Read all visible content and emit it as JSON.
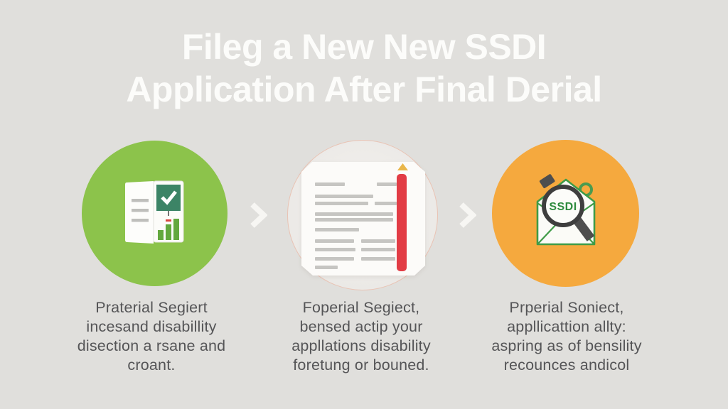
{
  "background_color": "#e0dfdc",
  "title": {
    "line1": "Fileg a New New SSDI",
    "line2": "Application After Final Derial",
    "color": "#fcfcfa"
  },
  "steps": [
    {
      "id": "step-1",
      "circle_color": "#8cc34b",
      "icon": "report-folder-checklist-icon",
      "caption_lines": [
        "Praterial Segiert",
        "incesand disabillity",
        "disection a rsane and",
        "croant."
      ]
    },
    {
      "id": "step-2",
      "circle_color": "#edebe8",
      "circle_border_color": "#e9c3b4",
      "icon": "denied-document-red-stripe-icon",
      "caption_lines": [
        "Foperial Segiect,",
        "bensed actip your",
        "appllations disability",
        "foretung or bouned."
      ]
    },
    {
      "id": "step-3",
      "circle_color": "#f5a93e",
      "icon": "envelope-magnifier-icon",
      "badge_text": "SSDI",
      "caption_lines": [
        "Prperial Soniect,",
        "appllicattion allty:",
        "aspring as of bensility",
        "recounces andicol"
      ]
    }
  ],
  "separators": [
    {
      "icon": "chevron-right-icon"
    },
    {
      "icon": "chevron-right-icon"
    }
  ],
  "colors": {
    "caption_text": "#555557",
    "title_text": "#fcfcfa",
    "check_square_green": "#3c8466",
    "bar_chart_green": "#63a83e",
    "red_stripe": "#e23c45",
    "warning_triangle_yellow": "#e9b64a",
    "envelope_green": "#3f9b47",
    "ssdi_text_green": "#2e8b3e",
    "magnifier_gray": "#4a4a4a",
    "chevron_white": "#f7f6f3",
    "doc_line_gray": "#c6c5c2"
  }
}
